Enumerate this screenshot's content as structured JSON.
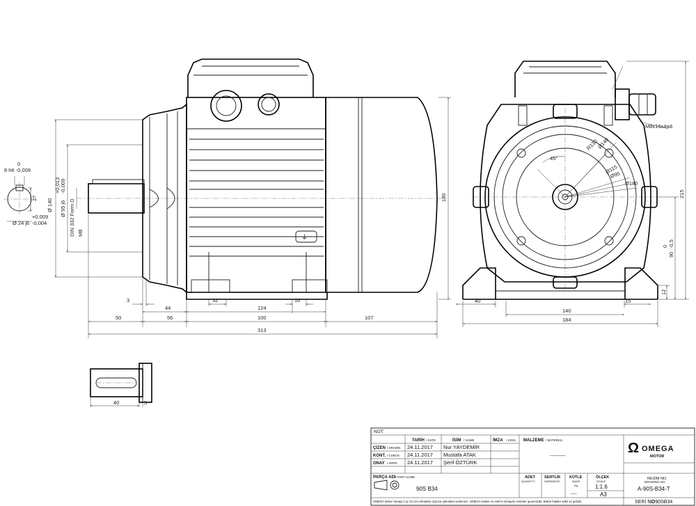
{
  "front_view": {
    "shaft_key": {
      "top": "0",
      "tol_label": "8 h6 -0,009",
      "height": "27",
      "dia": "Ø 24 j6",
      "tol_upper": "+0,009",
      "tol_lower": "-0,004"
    },
    "vertical_dims": {
      "flange": "Ø 140",
      "spigot": "Ø 95 j6",
      "spigot_tol_upper": "+0,013",
      "spigot_tol_lower": "-0,009",
      "standard": "DIN 332 Form D",
      "thread": "M8",
      "height_180": "180"
    },
    "horizontal_dims": {
      "d3": "3",
      "d44": "44",
      "d32": "32",
      "d124": "124",
      "d10": "10",
      "d50": "50",
      "d56": "56",
      "d100": "100",
      "d107": "107",
      "d313": "313"
    }
  },
  "side_view": {
    "labels": {
      "gland": "M8x16x4ad.",
      "r130": "R130",
      "d140": "Ø140",
      "angle": "45°",
      "d115": "Ø115",
      "d95": "Ø95",
      "d180": "Ø180"
    },
    "horizontal_dims": {
      "d40": "40",
      "d15": "15",
      "d140": "140",
      "d184": "184"
    },
    "vertical_dims": {
      "d215": "215",
      "d90": "90",
      "d90_tol": "0",
      "d90_tol2": "-0,5",
      "d12": "12"
    }
  },
  "key_detail": {
    "length": "40",
    "width": "5"
  },
  "title_block": {
    "not_label": "NOT:",
    "col_date": "TARİH",
    "col_date_en": "/ DATE",
    "col_name": "İSİM",
    "col_name_en": "/ NAME",
    "col_sign": "İMZA",
    "col_sign_en": "/ SIGN.",
    "col_material": "MALZEME",
    "col_material_en": "/ MATERIAL",
    "rows": [
      {
        "role": "ÇİZEN",
        "role_en": "/ DRAWN",
        "date": "24.11.2017",
        "name": "Nur YAYDEMİR"
      },
      {
        "role": "KONT.",
        "role_en": "/ CHECK",
        "date": "24.11.2017",
        "name": "Mustafa ATAK"
      },
      {
        "role": "ONAY",
        "role_en": "/ APPR.",
        "date": "24.11.2017",
        "name": "Şerif ÖZTÜRK"
      }
    ],
    "material_value": "---------",
    "part_name_label": "PARÇA ADI",
    "part_name_label_en": "/ PART NAME",
    "part_name": "90S B34",
    "qty_label": "ADET",
    "qty_label_en": "QUANTITY",
    "hardness_label": "SERTLİK",
    "hardness_label_en": "HARDNESS",
    "mass_label": "KÜTLE",
    "mass_label_en": "MASS",
    "mass_unit": "Kg",
    "mass_value": "----",
    "scale_label": "ÖLÇEK",
    "scale_label_en": "SCALE",
    "scale_value": "1:1.6",
    "paper": "A3",
    "drawing_no_label": "RESİM NO",
    "drawing_no_label_en": "DRAWING NO",
    "drawing_no": "A-90S-B34-T",
    "serial_label": "SERİ NO",
    "serial_no": ": O90SB34",
    "logo_main": "OMEGA",
    "logo_sub": "MOTOR",
    "footer": "OMEGA Motor Sanayi A.Ş.'nin izni olmadan üçüncü şahıslara verilemez. OMEGA makin ve müh'ni olmayan resimler geçersizdir. Bütün hakları saklı ve gizlidir."
  }
}
